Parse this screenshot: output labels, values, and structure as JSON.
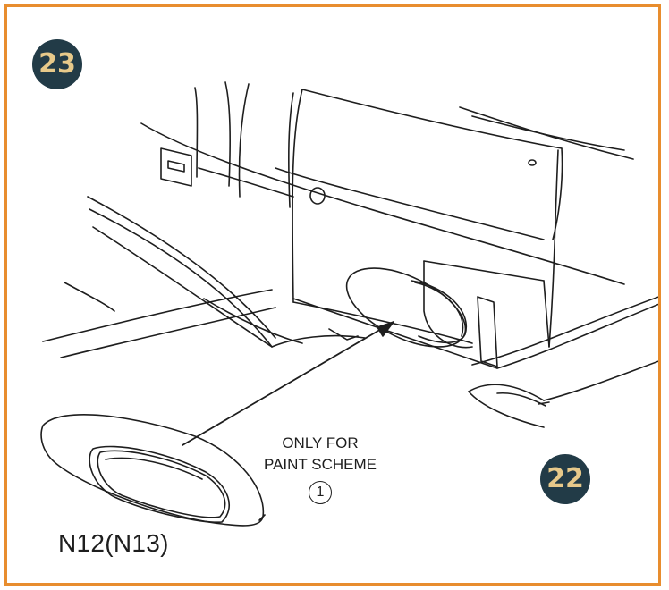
{
  "steps": {
    "current": "23",
    "next": "22"
  },
  "note": {
    "line1": "ONLY FOR",
    "line2": "PAINT SCHEME",
    "scheme_number": "1"
  },
  "part": {
    "label": "N12(N13)"
  },
  "colors": {
    "frame": "#E88D2E",
    "badge_fill": "#223B47",
    "badge_text": "#E7C98A",
    "line": "#1e1e1e"
  }
}
